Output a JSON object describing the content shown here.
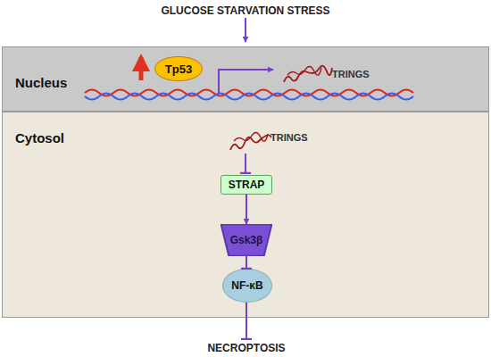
{
  "diagram": {
    "nodes": [
      {
        "text": [
          "Nucleus"
        ]
      },
      {
        "text": [
          "Tp53"
        ],
        "in": 0
      },
      {
        "text": [
          "Cytosol"
        ]
      },
      {
        "text": [
          "STRAP"
        ],
        "in": 2
      },
      {
        "text": [
          "Gsk3β"
        ],
        "in": 2
      },
      {
        "text": [
          "NF-κB"
        ],
        "in": 2
      }
    ],
    "edges": [
      {
        "from": 3,
        "to": 4,
        "arrow": "to"
      },
      {
        "from": 4,
        "to": 5,
        "arrow": "to"
      }
    ],
    "labels": [
      "GLUCOSE STARVATION STRESS",
      "TRINGS",
      "TRINGS",
      "NECROPTOSIS"
    ]
  }
}
